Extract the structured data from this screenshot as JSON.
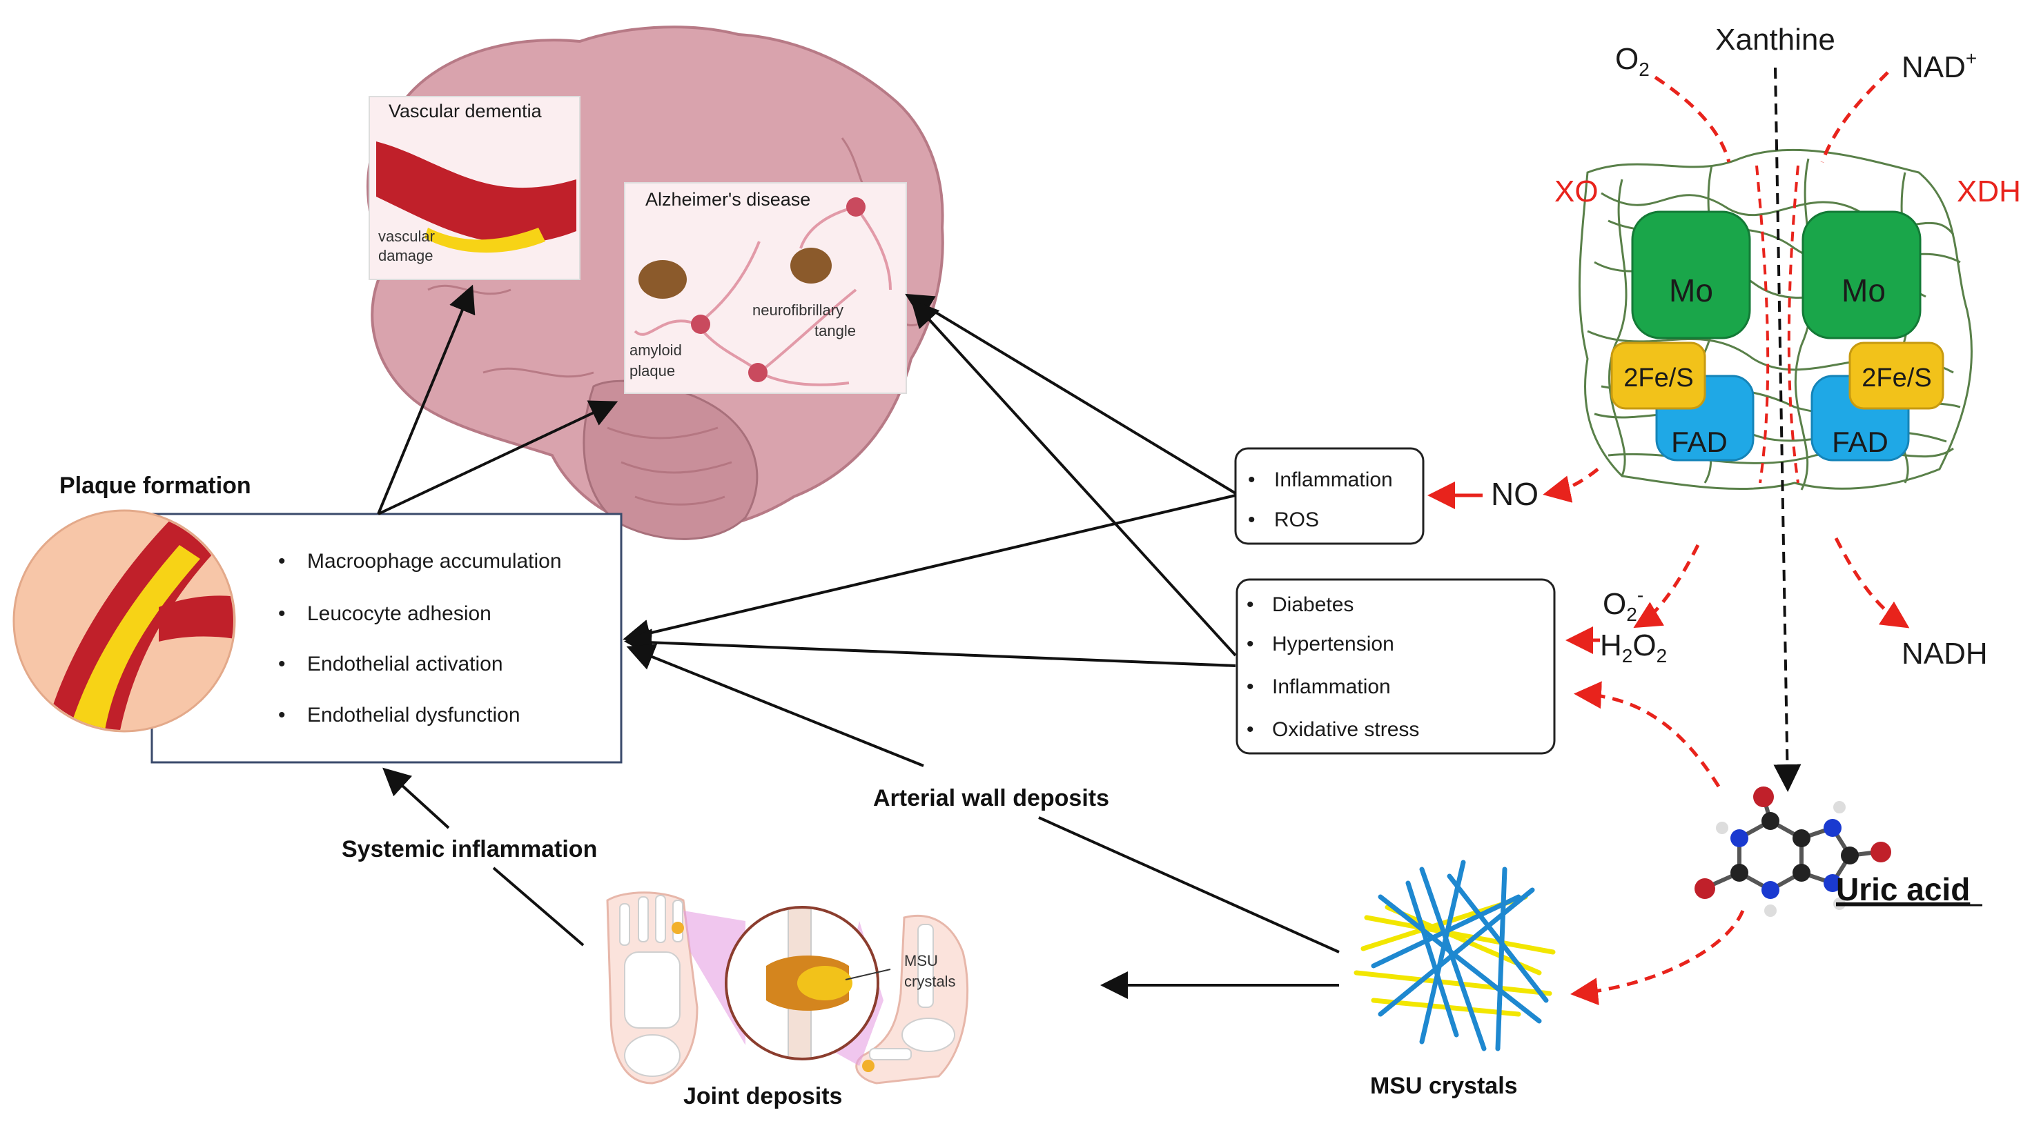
{
  "colors": {
    "accent_red": "#e8231c",
    "mo": "#1aa64a",
    "fes": "#f2c21a",
    "fad": "#1fa8e6",
    "brain": "#d9a3ad",
    "vessel": "#c0202a",
    "plaque": "#f7d316",
    "msu_blue": "#1e88d0",
    "msu_yellow": "#f2e600"
  },
  "enzyme": {
    "substrate": "Xanthine",
    "o2": "O",
    "o2_sub": "2",
    "nad": "NAD",
    "nad_sup": "+",
    "xo": "XO",
    "xdh": "XDH",
    "mo": "Mo",
    "fes": "2Fe/S",
    "fad": "FAD",
    "no": "NO",
    "superoxide": "O",
    "superoxide_sub": "2",
    "superoxide_sup": "-",
    "h2o2_a": "H",
    "h2o2_sub1": "2",
    "h2o2_b": "O",
    "h2o2_sub2": "2",
    "nadh": "NADH",
    "product": "Uric acid"
  },
  "boxes": {
    "inflammation_box": [
      "Inflammation",
      "ROS"
    ],
    "risk_box": [
      "Diabetes",
      "Hypertension",
      "Inflammation",
      "Oxidative stress"
    ]
  },
  "plaque": {
    "title": "Plaque formation",
    "items": [
      "Macroophage accumulation",
      "Leucocyte adhesion",
      "Endothelial activation",
      "Endothelial dysfunction"
    ]
  },
  "brain": {
    "vascular_title": "Vascular dementia",
    "vascular_note_1": "vascular",
    "vascular_note_2": "damage",
    "alz_title": "Alzheimer's disease",
    "tangle_1": "neurofibrillary",
    "tangle_2": "tangle",
    "amyloid_1": "amyloid",
    "amyloid_2": "plaque"
  },
  "labels": {
    "arterial": "Arterial wall deposits",
    "systemic": "Systemic inflammation",
    "joint": "Joint deposits",
    "msu": "MSU crystals",
    "msu_callout_1": "MSU",
    "msu_callout_2": "crystals"
  }
}
